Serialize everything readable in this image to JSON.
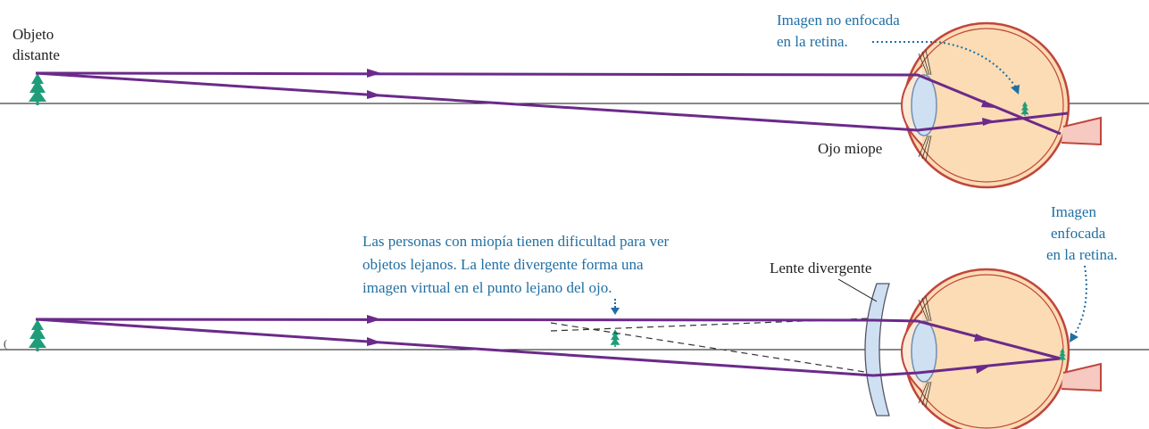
{
  "top_panel": {
    "object_label_line1": "Objeto",
    "object_label_line2": "distante",
    "eye_label": "Ojo miope",
    "callout_line1": "Imagen no enfocada",
    "callout_line2": "en la retina."
  },
  "bottom_panel": {
    "note_line1": "Las personas con miopía tienen dificultad para ver",
    "note_line2": "objetos lejanos. La lente divergente forma una",
    "note_line3": "imagen virtual en el punto lejano del ojo.",
    "lens_label": "Lente divergente",
    "callout_line1": "Imagen",
    "callout_line2": "enfocada",
    "callout_line3": "en la retina."
  },
  "colors": {
    "ray": "#6b2a8a",
    "tree": "#1f9d7a",
    "eye_outline": "#c0463c",
    "eye_fill": "#fbdcb4",
    "lens_fill": "#cfe0f2",
    "annotation": "#1f6fa3"
  }
}
